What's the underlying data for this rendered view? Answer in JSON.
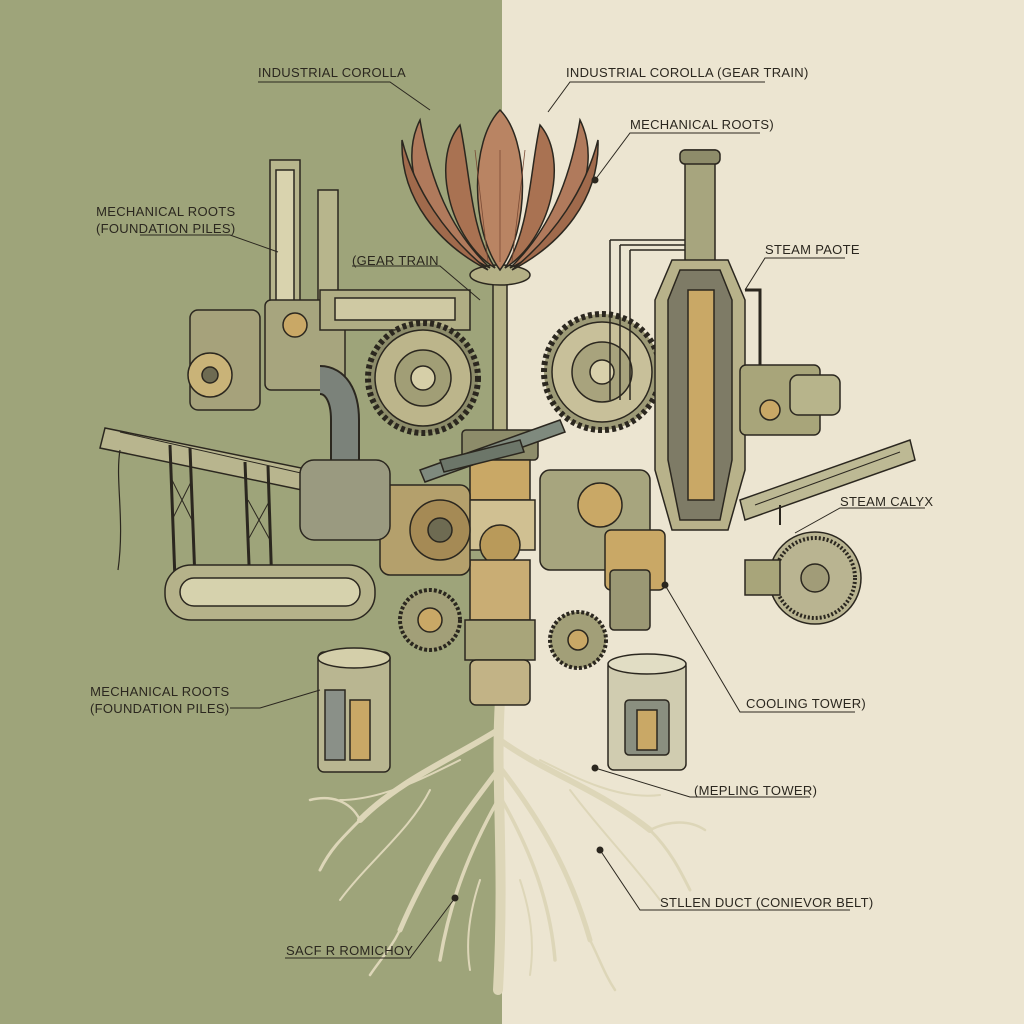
{
  "colors": {
    "left_panel": "#9ea47a",
    "right_panel": "#ece5d1",
    "ink": "#2b271f",
    "petal": "#b07a5c",
    "petal_dark": "#7a4a34",
    "brass": "#c9a866",
    "steel": "#7f8a7e",
    "olive_metal": "#a8a57a",
    "root": "#e6dfc4"
  },
  "labels": {
    "industrial_corolla": "INDUSTRIAL COROLLA",
    "industrial_corolla_gear_train": "INDUSTRIAL COROLLA (GEAR TRAIN)",
    "mechanical_roots_top_right": "MECHANICAL ROOTS)",
    "mechanical_roots_top_left": "MECHANICAL ROOTS\n(FOUNDATION PILES)",
    "gear_train": "(GEAR TRAIN",
    "steam_paote": "STEAM PAOTE",
    "steam_calyx": "STEAM CALYX",
    "mechanical_roots_bottom_left": "MECHANICAL ROOTS\n(FOUNDATION PILES)",
    "cooling_tower": "COOLING TOWER)",
    "mepling_tower": "(MEPLING TOWER)",
    "stllen_duct": "STLLEN DUCT (CONIEVOR BELT)",
    "sacf_ronichoy": "SACF R ROMICHOY"
  },
  "icons": [
    "lotus-flower-icon",
    "gear-icon",
    "piston-icon",
    "conveyor-belt-icon",
    "steam-column-icon",
    "roots-icon",
    "fan-wheel-icon"
  ]
}
